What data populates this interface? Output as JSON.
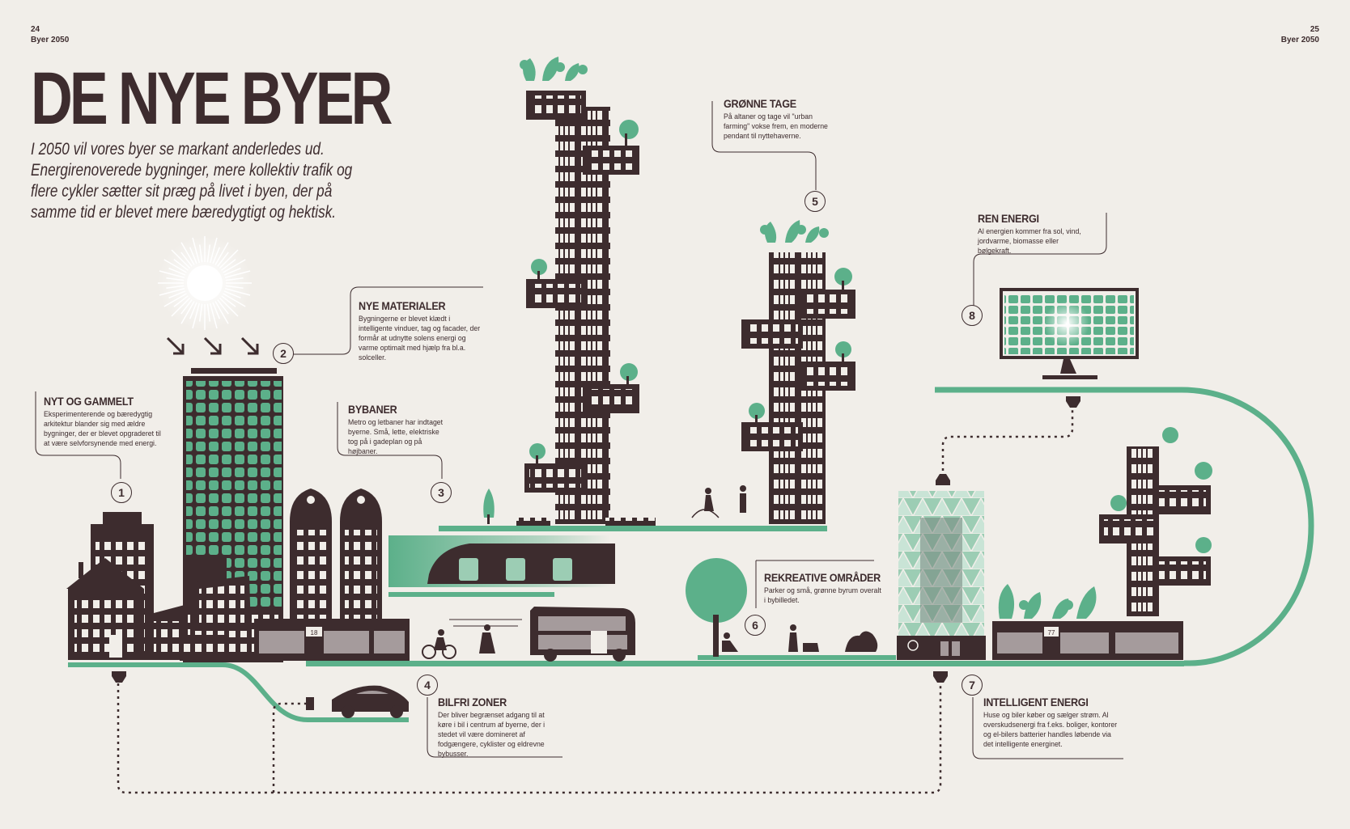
{
  "header": {
    "left_page_number": "24",
    "left_section": "Byer 2050",
    "right_page_number": "25",
    "right_section": "Byer 2050"
  },
  "title": "DE NYE BYER",
  "intro": "I 2050 vil vores byer se markant anderledes ud. Energirenoverede bygninger, mere kollektiv trafik og flere cykler sætter sit præg på livet i byen, der på samme tid er blevet mere bæredygtigt og hektisk.",
  "callouts": [
    {
      "number": "1",
      "title": "NYT OG GAMMELT",
      "text": "Eksperimenterende og bæredygtig arkitektur blander sig med ældre bygninger, der er blevet opgraderet til at være selvforsynende med energi."
    },
    {
      "number": "2",
      "title": "NYE MATERIALER",
      "text": "Bygningerne er blevet klædt i intelligente vinduer, tag og facader, der formår at udnytte solens energi og varme optimalt med hjælp fra bl.a. solceller."
    },
    {
      "number": "3",
      "title": "BYBANER",
      "text": "Metro og letbaner har indtaget byerne. Små, lette, elektriske tog på i gadeplan og på højbaner."
    },
    {
      "number": "4",
      "title": "BILFRI ZONER",
      "text": "Der bliver begrænset adgang til at køre i bil i centrum af byerne, der i stedet vil være domineret af fodgængere, cyklister og eldrevne bybusser."
    },
    {
      "number": "5",
      "title": "GRØNNE TAGE",
      "text": "På altaner og tage vil \"urban farming\" vokse frem, en moderne pendant til nyttehaverne."
    },
    {
      "number": "6",
      "title": "REKREATIVE OMRÅDER",
      "text": "Parker og små, grønne byrum overalt i bybilledet."
    },
    {
      "number": "7",
      "title": "INTELLIGENT ENERGI",
      "text": "Huse og biler køber og sælger strøm. Al overskudsenergi fra f.eks. boliger, kontorer og el-bilers batterier handles løbende via det intelligente energinet."
    },
    {
      "number": "8",
      "title": "REN ENERGI",
      "text": "Al energien kommer fra sol, vind, jordvarme, biomasse eller bølgekraft."
    }
  ],
  "street_numbers": {
    "left_shop": "18",
    "right_shop": "77"
  },
  "colors": {
    "background": "#f1eee9",
    "building": "#3d2c2e",
    "green": "#5cb08a",
    "light_green": "#9ccdb4"
  }
}
